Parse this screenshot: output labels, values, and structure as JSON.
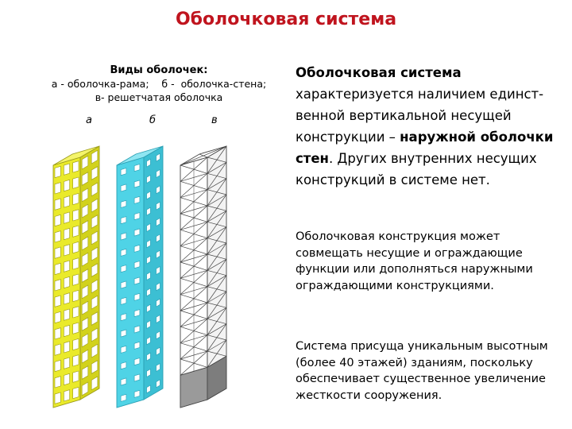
{
  "title": "Оболочковая система",
  "left": {
    "caption_title": "Виды оболочек:",
    "caption_line2": "а - оболочка-рама;    б -  оболочка-стена;",
    "caption_line3": "в- решетчатая оболочка",
    "labels": [
      "а",
      "б",
      "в"
    ]
  },
  "figure": {
    "tower_a": {
      "kind": "frame",
      "fill": "#eaea2a",
      "window": "#ffffff",
      "outline": "#9a9a1a"
    },
    "tower_b": {
      "kind": "wall",
      "fill": "#4fd3e6",
      "window": "#ffffff",
      "outline": "#2a9fb3"
    },
    "tower_c": {
      "kind": "lattice",
      "fill": "#ffffff",
      "line": "#444444",
      "base": "#9a9a9a"
    }
  },
  "right": {
    "p1_bold_lead": "Оболочковая система",
    "p1_mid": " характеризуется наличием единст-венной вертикальной несущей конструкции – ",
    "p1_bold_tail": "наружной оболочки стен",
    "p1_end": ". Других внутренних несущих конструкций в системе нет.",
    "p2": "Оболочковая конструкция может совмещать несущие и ограждающие функции или дополняться наружными ограждающими конструкциями.",
    "p3": "Система присуща уникальным высотным (более 40 этажей) зданиям, поскольку обеспечивает существенное увеличение жесткости сооружения."
  }
}
